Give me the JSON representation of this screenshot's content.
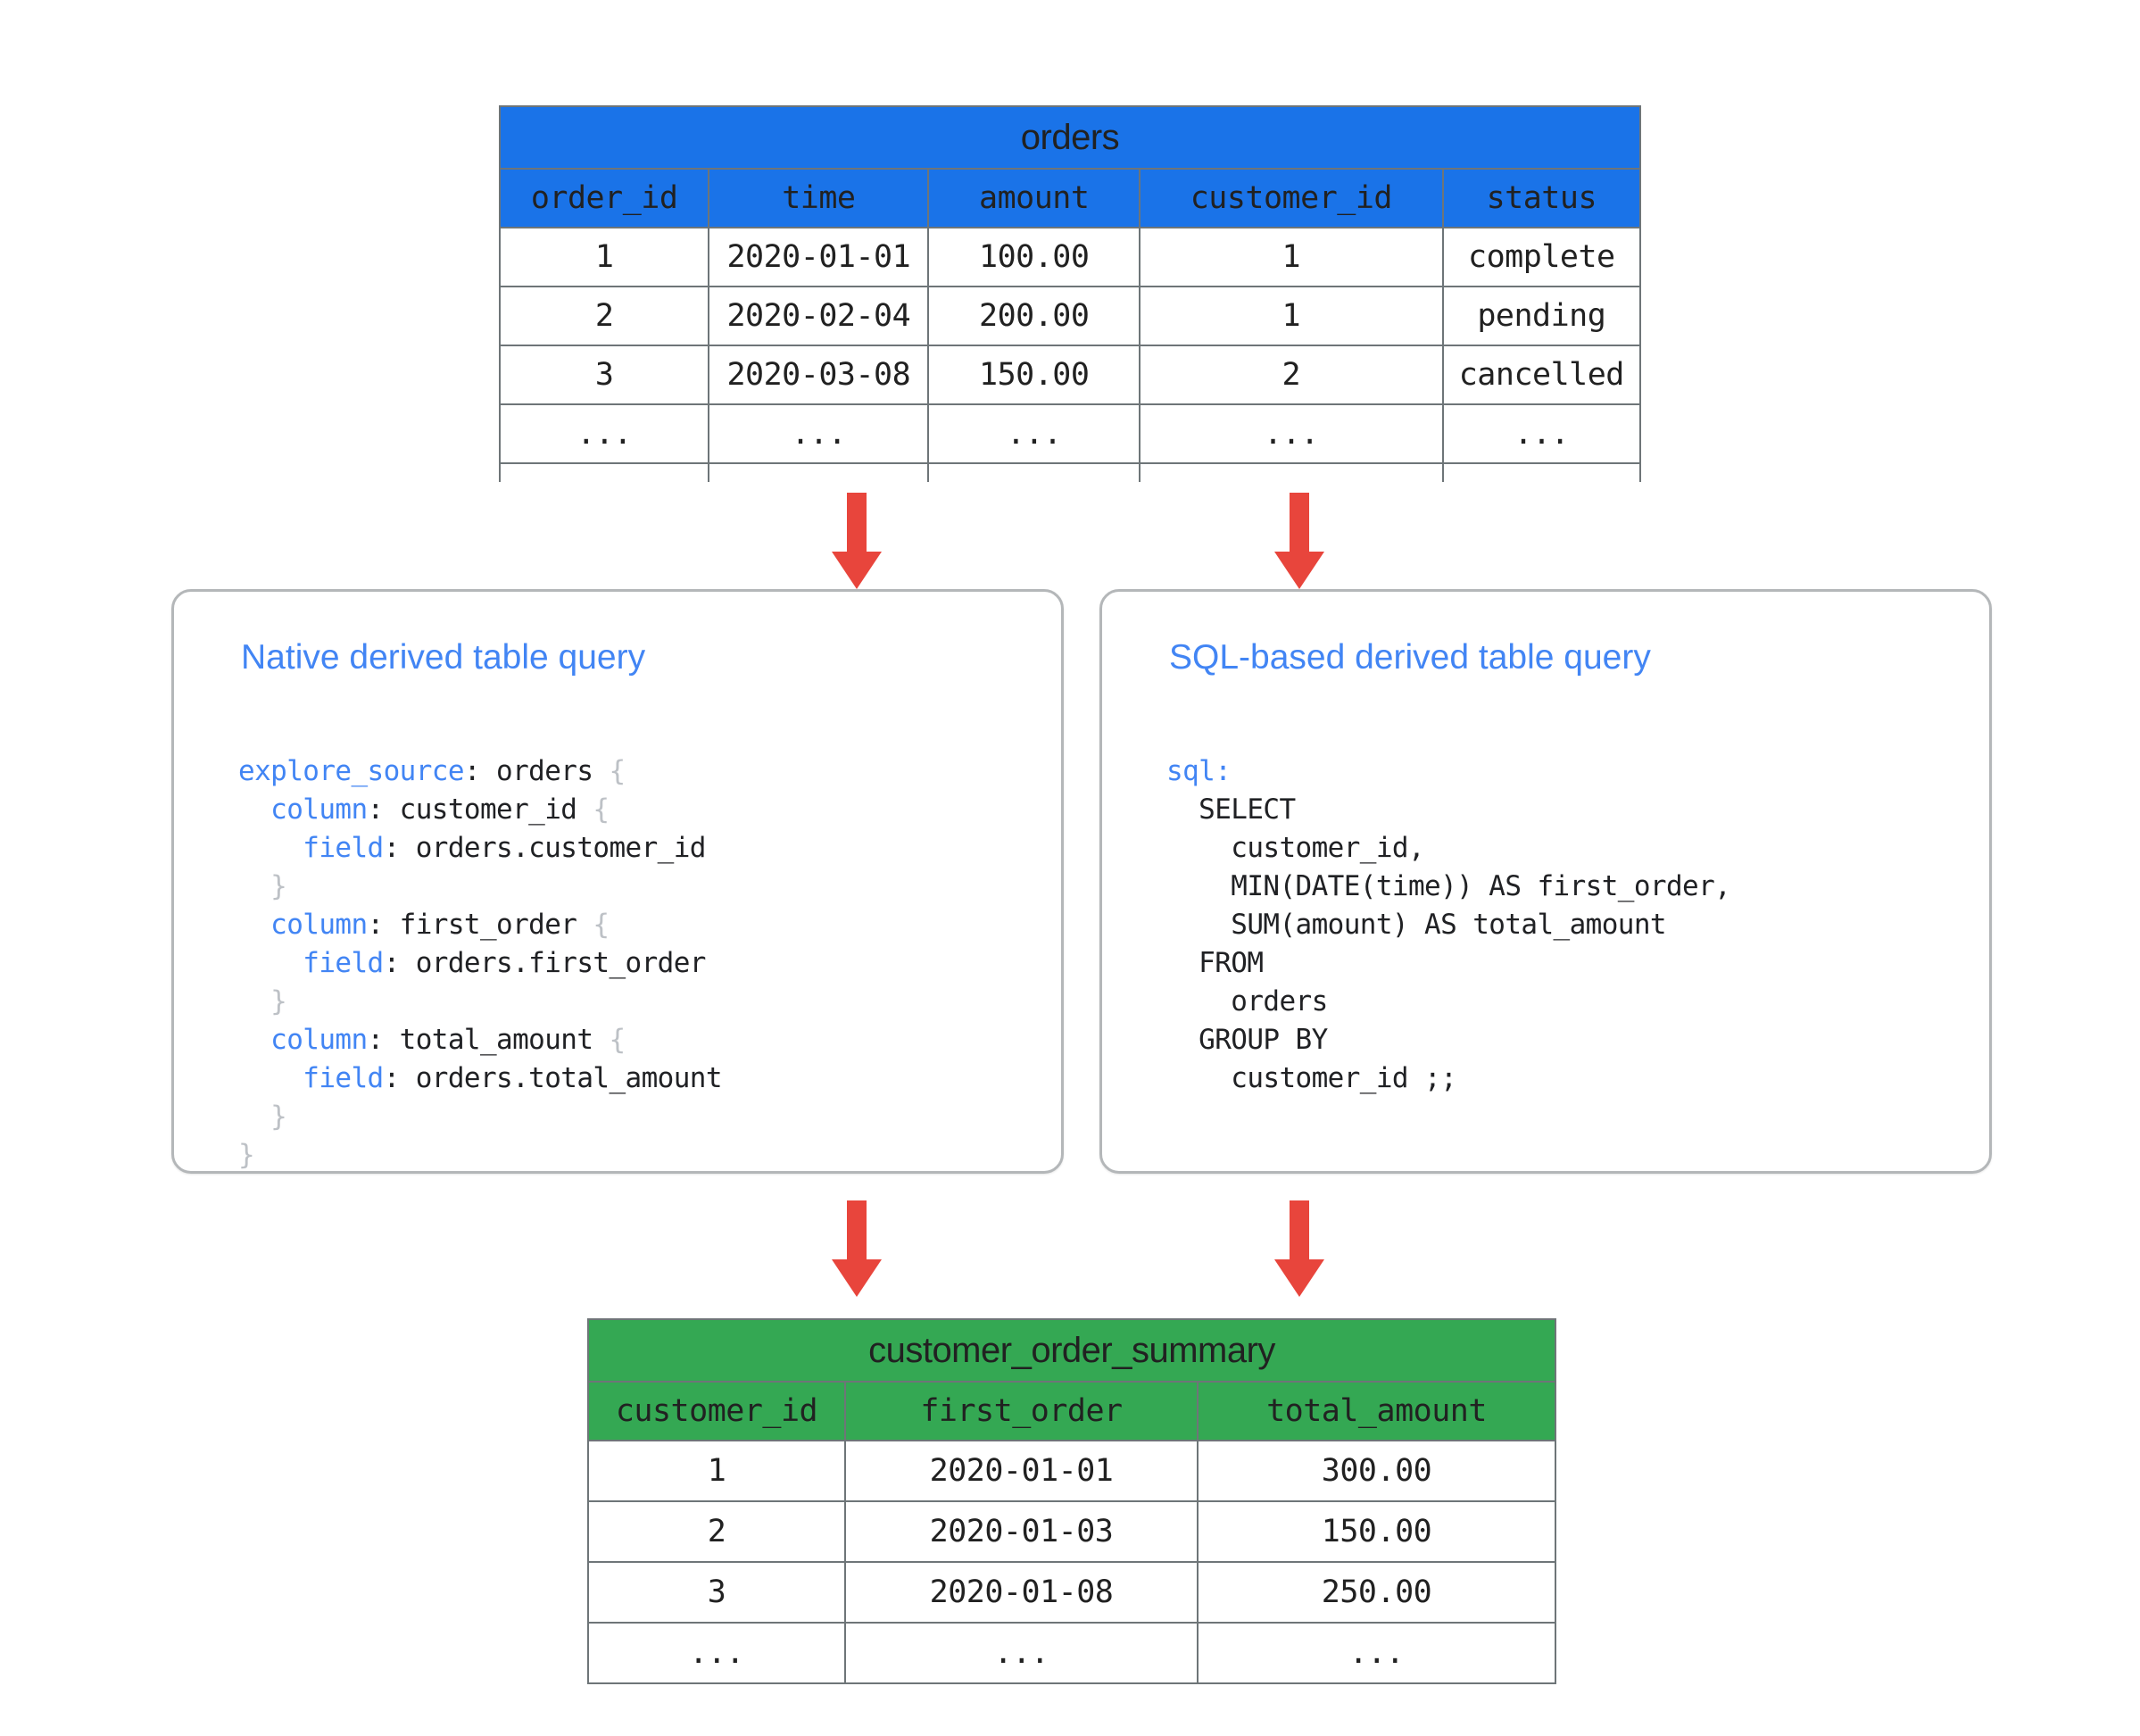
{
  "colors": {
    "source_header": "#1a73e8",
    "result_header": "#34a853",
    "arrow": "#e8453c",
    "card_title": "#4285f4",
    "code_keyword": "#4285f4",
    "code_brace": "#bdc1c6",
    "table_border": "#6e7578"
  },
  "source_table": {
    "title": "orders",
    "columns": [
      "order_id",
      "time",
      "amount",
      "customer_id",
      "status"
    ],
    "rows": [
      [
        "1",
        "2020-01-01",
        "100.00",
        "1",
        "complete"
      ],
      [
        "2",
        "2020-02-04",
        "200.00",
        "1",
        "pending"
      ],
      [
        "3",
        "2020-03-08",
        "150.00",
        "2",
        "cancelled"
      ],
      [
        "...",
        "...",
        "...",
        "...",
        "..."
      ],
      [
        "",
        "",
        "",
        "",
        ""
      ]
    ]
  },
  "result_table": {
    "title": "customer_order_summary",
    "columns": [
      "customer_id",
      "first_order",
      "total_amount"
    ],
    "rows": [
      [
        "1",
        "2020-01-01",
        "300.00"
      ],
      [
        "2",
        "2020-01-03",
        "150.00"
      ],
      [
        "3",
        "2020-01-08",
        "250.00"
      ],
      [
        "...",
        "...",
        "..."
      ]
    ]
  },
  "native_card": {
    "title": "Native derived table query",
    "code_lines": [
      [
        {
          "t": "explore_source",
          "c": "kw"
        },
        {
          "t": ": orders ",
          "c": ""
        },
        {
          "t": "{",
          "c": "brace"
        }
      ],
      [
        {
          "t": "  ",
          "c": ""
        },
        {
          "t": "column",
          "c": "kw"
        },
        {
          "t": ": customer_id ",
          "c": ""
        },
        {
          "t": "{",
          "c": "brace"
        }
      ],
      [
        {
          "t": "    ",
          "c": ""
        },
        {
          "t": "field",
          "c": "kw"
        },
        {
          "t": ": orders.customer_id",
          "c": ""
        }
      ],
      [
        {
          "t": "  ",
          "c": ""
        },
        {
          "t": "}",
          "c": "brace"
        }
      ],
      [
        {
          "t": "  ",
          "c": ""
        },
        {
          "t": "column",
          "c": "kw"
        },
        {
          "t": ": first_order ",
          "c": ""
        },
        {
          "t": "{",
          "c": "brace"
        }
      ],
      [
        {
          "t": "    ",
          "c": ""
        },
        {
          "t": "field",
          "c": "kw"
        },
        {
          "t": ": orders.first_order",
          "c": ""
        }
      ],
      [
        {
          "t": "  ",
          "c": ""
        },
        {
          "t": "}",
          "c": "brace"
        }
      ],
      [
        {
          "t": "  ",
          "c": ""
        },
        {
          "t": "column",
          "c": "kw"
        },
        {
          "t": ": total_amount ",
          "c": ""
        },
        {
          "t": "{",
          "c": "brace"
        }
      ],
      [
        {
          "t": "    ",
          "c": ""
        },
        {
          "t": "field",
          "c": "kw"
        },
        {
          "t": ": orders.total_amount",
          "c": ""
        }
      ],
      [
        {
          "t": "  ",
          "c": ""
        },
        {
          "t": "}",
          "c": "brace"
        }
      ],
      [
        {
          "t": "}",
          "c": "brace"
        }
      ]
    ]
  },
  "sql_card": {
    "title": "SQL-based derived table query",
    "code_lines": [
      [
        {
          "t": "sql:",
          "c": "kw"
        }
      ],
      [
        {
          "t": "  SELECT",
          "c": ""
        }
      ],
      [
        {
          "t": "    customer_id,",
          "c": ""
        }
      ],
      [
        {
          "t": "    MIN(DATE(time)) AS first_order,",
          "c": ""
        }
      ],
      [
        {
          "t": "    SUM(amount) AS total_amount",
          "c": ""
        }
      ],
      [
        {
          "t": "  FROM",
          "c": ""
        }
      ],
      [
        {
          "t": "    orders",
          "c": ""
        }
      ],
      [
        {
          "t": "  GROUP BY",
          "c": ""
        }
      ],
      [
        {
          "t": "    customer_id ;;",
          "c": ""
        }
      ]
    ]
  },
  "arrows": [
    {
      "name": "orders-to-native",
      "direction": "down"
    },
    {
      "name": "orders-to-sql",
      "direction": "down"
    },
    {
      "name": "native-to-summary",
      "direction": "down"
    },
    {
      "name": "sql-to-summary",
      "direction": "down"
    }
  ]
}
